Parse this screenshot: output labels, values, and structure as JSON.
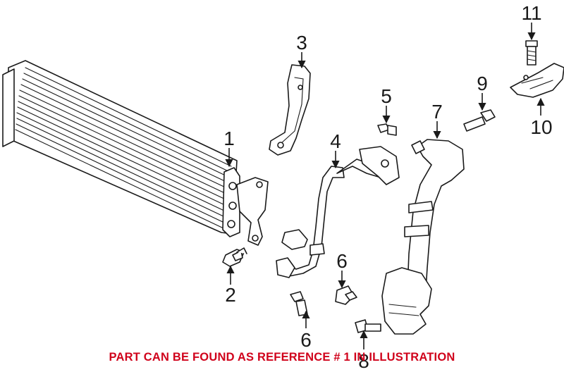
{
  "callouts": {
    "c1": "1",
    "c2": "2",
    "c3": "3",
    "c4": "4",
    "c5": "5",
    "c6a": "6",
    "c6b": "6",
    "c7": "7",
    "c8": "8",
    "c9": "9",
    "c10": "10",
    "c11": "11"
  },
  "footer_note": "PART CAN BE FOUND AS REFERENCE # 1 IN ILLUSTRATION",
  "colors": {
    "line_art": "#1a1a1a",
    "footer_text": "#d0021b",
    "background": "#ffffff"
  }
}
